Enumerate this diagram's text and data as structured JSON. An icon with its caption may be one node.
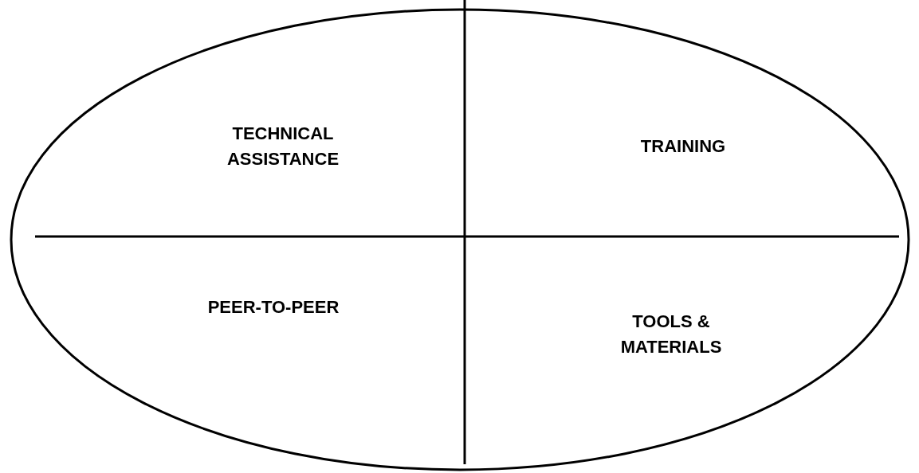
{
  "diagram": {
    "nodes": [
      {
        "text": [],
        "shape": "ellipse"
      },
      {
        "text": [
          "TECHNICAL ASSISTANCE"
        ],
        "in": 0
      },
      {
        "text": [
          "TRAINING"
        ],
        "in": 0
      },
      {
        "text": [
          "PEER-TO-PEER"
        ],
        "in": 0
      },
      {
        "text": [
          "TOOLS & MATERIALS"
        ],
        "in": 0
      }
    ]
  }
}
